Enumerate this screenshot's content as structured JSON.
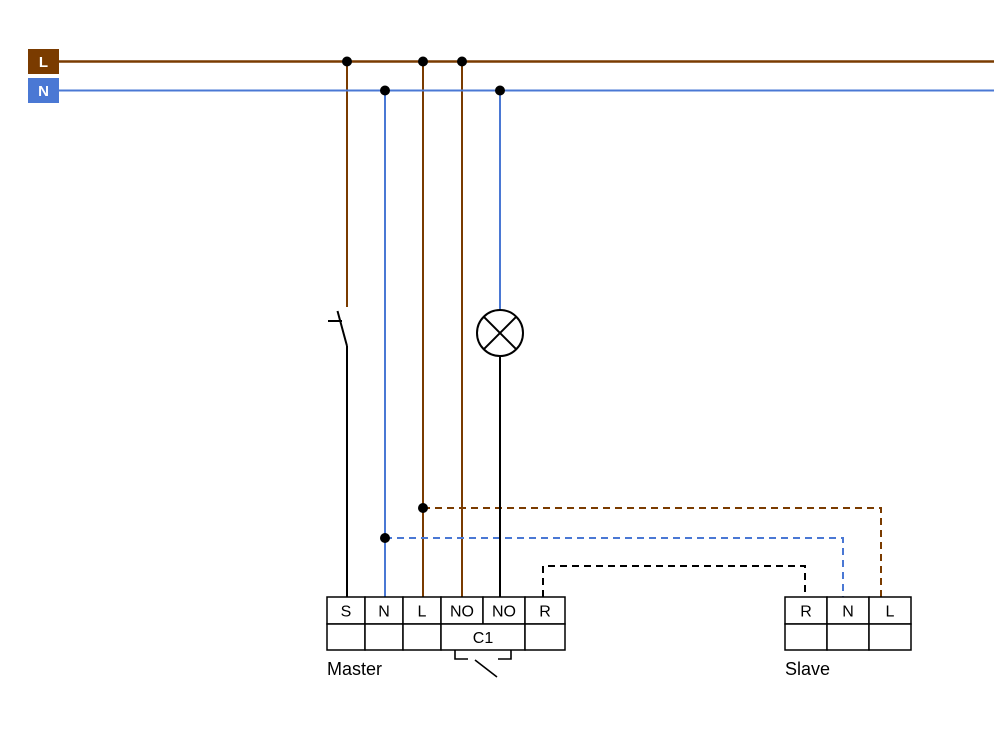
{
  "colors": {
    "brown": "#7a3b00",
    "blue": "#4a78d4",
    "black": "#000000",
    "white": "#ffffff"
  },
  "badges": {
    "line": "L",
    "neutral": "N"
  },
  "master": {
    "name": "Master",
    "terminals": [
      "S",
      "N",
      "L",
      "NO",
      "NO",
      "R"
    ],
    "relay": "C1"
  },
  "slave": {
    "name": "Slave",
    "terminals": [
      "R",
      "N",
      "L"
    ]
  },
  "icons": {
    "switch": "normally-open-push-switch",
    "lamp": "lamp-crossed-circle",
    "relay_contact": "relay-no-contact"
  }
}
